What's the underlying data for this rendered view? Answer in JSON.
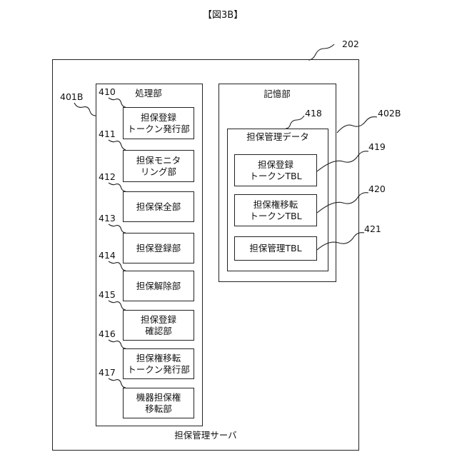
{
  "figure_title": "【図3B】",
  "server": {
    "ref": "202",
    "label": "担保管理サーバ"
  },
  "processing": {
    "ref": "401B",
    "label": "処理部",
    "modules": [
      {
        "ref": "410",
        "label": "担保登録\nトークン発行部"
      },
      {
        "ref": "411",
        "label": "担保モニタ\nリング部"
      },
      {
        "ref": "412",
        "label": "担保保全部"
      },
      {
        "ref": "413",
        "label": "担保登録部"
      },
      {
        "ref": "414",
        "label": "担保解除部"
      },
      {
        "ref": "415",
        "label": "担保登録\n確認部"
      },
      {
        "ref": "416",
        "label": "担保権移転\nトークン発行部"
      },
      {
        "ref": "417",
        "label": "機器担保権\n移転部"
      }
    ]
  },
  "storage": {
    "ref": "402B",
    "label": "記憶部",
    "data_group": {
      "ref": "418",
      "label": "担保管理データ",
      "tables": [
        {
          "ref": "419",
          "label": "担保登録\nトークンTBL"
        },
        {
          "ref": "420",
          "label": "担保権移転\nトークンTBL"
        },
        {
          "ref": "421",
          "label": "担保管理TBL"
        }
      ]
    }
  }
}
